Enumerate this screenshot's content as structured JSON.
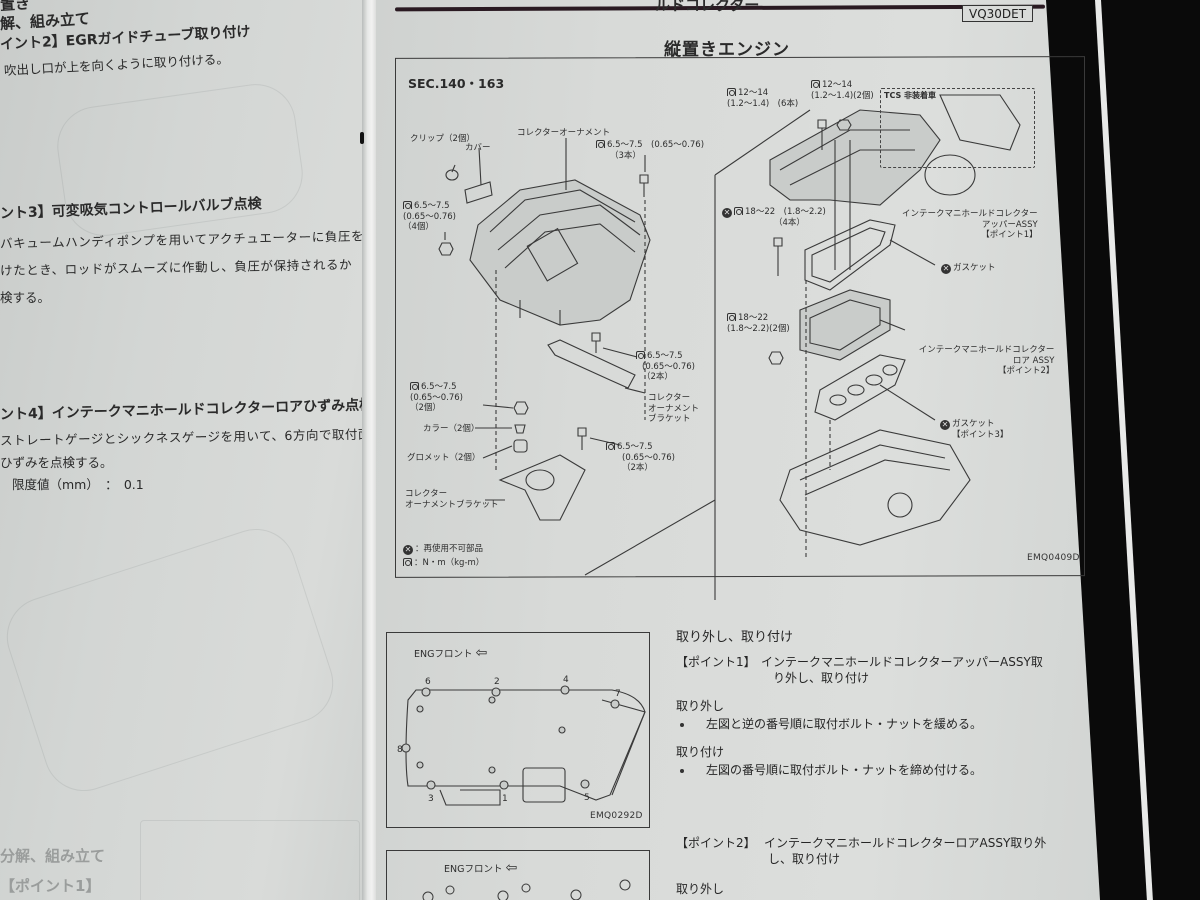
{
  "document": {
    "type": "service-manual-photo",
    "header": {
      "title_fragment": "ルドコレクター",
      "engine_code": "VQ30DET"
    },
    "section_title": "縦置きエンジン"
  },
  "left_page": {
    "lines": [
      {
        "text": "置き",
        "style": "h"
      },
      {
        "text": "解、組み立て",
        "style": "h"
      },
      {
        "text": "イント2】EGRガイドチューブ取り付け",
        "style": "h"
      },
      {
        "text": "吹出し口が上を向くように取り付ける。",
        "style": "b"
      },
      {
        "text": "ント3】可変吸気コントロールバルブ点検",
        "style": "h"
      },
      {
        "text": "バキュームハンディポンプを用いてアクチュエーターに負圧を",
        "style": "b"
      },
      {
        "text": "けたとき、ロッドがスムーズに作動し、負圧が保持されるか",
        "style": "b"
      },
      {
        "text": "検する。",
        "style": "b"
      },
      {
        "text": "ント4】インテークマニホールドコレクターロアひずみ点検",
        "style": "h"
      },
      {
        "text": "ストレートゲージとシックネスゲージを用いて、6方向で取付面",
        "style": "b"
      },
      {
        "text": "ひずみを点検する。",
        "style": "b"
      },
      {
        "text": "限度値（mm）　：　0.1",
        "style": "b"
      },
      {
        "text": "分解、組み立て",
        "style": "h"
      },
      {
        "text": "【ポイント1】",
        "style": "h"
      }
    ],
    "limit": {
      "label": "限度値（mm）",
      "value": "0.1"
    }
  },
  "main_diagram": {
    "sec_label": "SEC.140・163",
    "figure_code": "EMQ0409D",
    "labels": {
      "clip": "クリップ（2個）",
      "cover": "カバー",
      "collector_ornament": "コレクターオーナメント",
      "torque_3pc_a": "6.5〜7.5　(0.65〜0.76)",
      "torque_3pc_b": "（3本）",
      "torque_4pc_a": "6.5〜7.5",
      "torque_4pc_b": "(0.65〜0.76)",
      "torque_4pc_c": "（4個）",
      "torque_2pc_bracket_a": "6.5〜7.5",
      "torque_2pc_bracket_b": "(0.65〜0.76)",
      "torque_2pc_bracket_c": "（2本）",
      "ornament_bracket_upper_a": "コレクター",
      "ornament_bracket_upper_b": "オーナメント",
      "ornament_bracket_upper_c": "ブラケット",
      "torque_nut_2pc_a": "6.5〜7.5",
      "torque_nut_2pc_b": "(0.65〜0.76)",
      "torque_nut_2pc_c": "（2個）",
      "collar": "カラー（2個）",
      "grommet": "グロメット（2個）",
      "torque_bolt_2pc_a": "6.5〜7.5",
      "torque_bolt_2pc_b": "(0.65〜0.76)",
      "torque_bolt_2pc_c": "（2本）",
      "ornament_bracket_lower_a": "コレクター",
      "ornament_bracket_lower_b": "オーナメントブラケット",
      "torque_12_6_a": "12〜14",
      "torque_12_6_b": "(1.2〜1.4)　(6本)",
      "torque_12_2_a": "12〜14",
      "torque_12_2_b": "(1.2〜1.4)(2個)",
      "tcs_label": "TCS 非装着車",
      "upper_assy_a": "インテークマニホールドコレクター",
      "upper_assy_b": "アッパーASSY",
      "upper_assy_c": "【ポイント1】",
      "torque_18_4_a": "18〜22　(1.8〜2.2)",
      "torque_18_4_b": "（4本）",
      "gasket_1": "ガスケット",
      "torque_18_2_a": "18〜22",
      "torque_18_2_b": "(1.8〜2.2)(2個)",
      "lower_assy_a": "インテークマニホールドコレクター",
      "lower_assy_b": "ロア ASSY",
      "lower_assy_c": "【ポイント2】",
      "gasket_2": "ガスケット",
      "gasket_2_point": "【ポイント3】"
    },
    "legend": [
      {
        "icon": "no-reuse-icon",
        "text": "：再使用不可部品"
      },
      {
        "icon": "torque-wrench-icon",
        "text": "：N・m（kg-m）"
      }
    ]
  },
  "bolt_sequence_diagram": {
    "eng_front_label": "ENGフロント",
    "figure_code": "EMQ0292D",
    "numbers": [
      "1",
      "2",
      "3",
      "4",
      "5",
      "6",
      "7",
      "8"
    ]
  },
  "second_sub_diagram": {
    "eng_front_label": "ENGフロント"
  },
  "instructions": {
    "heading": "取り外し、取り付け",
    "point1": {
      "tag": "【ポイント1】",
      "title_line1": "インテークマニホールドコレクターアッパーASSY取",
      "title_line2": "り外し、取り付け",
      "removal_heading": "取り外し",
      "removal_step": "左図と逆の番号順に取付ボルト・ナットを緩める。",
      "install_heading": "取り付け",
      "install_step": "左図の番号順に取付ボルト・ナットを締め付ける。"
    },
    "point2": {
      "tag": "【ポイント2】",
      "title_line1": "インテークマニホールドコレクターロアASSY取り外",
      "title_line2": "し、取り付け",
      "removal_heading": "取り外し"
    }
  },
  "colors": {
    "paper": "#d8dad8",
    "ink": "#2b2b2b",
    "header_rule": "#2a1a22",
    "background": "#0a0a0a"
  }
}
